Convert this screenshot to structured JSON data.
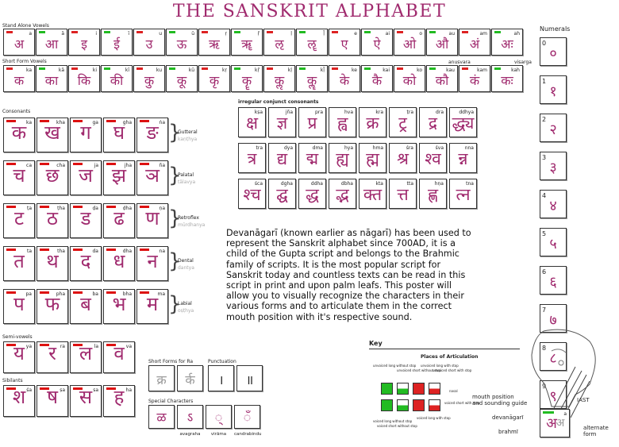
{
  "title": "THE SANSKRIT ALPHABET",
  "sections": {
    "stand_alone": "Stand Alone Vowels",
    "short_form": "Short Form Vowels",
    "numerals": "Numerals",
    "consonants": "Consonants",
    "irregular": "irregular conjunct consonants",
    "semi_vowels": "Semi-vowels",
    "sibilants": "Sibilants",
    "short_forms_ra": "Short Forms for Ra",
    "punctuation": "Punctuation",
    "special": "Special Characters",
    "key": "Key",
    "places": "Places of Articulation"
  },
  "vowels": [
    {
      "lat": "a",
      "ch": "अ"
    },
    {
      "lat": "ā",
      "ch": "आ"
    },
    {
      "lat": "i",
      "ch": "इ"
    },
    {
      "lat": "ī",
      "ch": "ई"
    },
    {
      "lat": "u",
      "ch": "उ"
    },
    {
      "lat": "ū",
      "ch": "ऊ"
    },
    {
      "lat": "ṛ",
      "ch": "ऋ"
    },
    {
      "lat": "ṝ",
      "ch": "ॠ"
    },
    {
      "lat": "ḷ",
      "ch": "ऌ"
    },
    {
      "lat": "ḹ",
      "ch": "ॡ"
    },
    {
      "lat": "e",
      "ch": "ए"
    },
    {
      "lat": "ai",
      "ch": "ऐ"
    },
    {
      "lat": "o",
      "ch": "ओ"
    },
    {
      "lat": "au",
      "ch": "औ"
    },
    {
      "lat": "am",
      "ch": "अं"
    },
    {
      "lat": "ah",
      "ch": "अः"
    }
  ],
  "short_vowels": [
    {
      "lat": "ka",
      "ch": "क"
    },
    {
      "lat": "kā",
      "ch": "का"
    },
    {
      "lat": "ki",
      "ch": "कि"
    },
    {
      "lat": "kī",
      "ch": "की"
    },
    {
      "lat": "ku",
      "ch": "कु"
    },
    {
      "lat": "kū",
      "ch": "कू"
    },
    {
      "lat": "kṛ",
      "ch": "कृ"
    },
    {
      "lat": "kṝ",
      "ch": "कॄ"
    },
    {
      "lat": "kḷ",
      "ch": "कॢ"
    },
    {
      "lat": "kḹ",
      "ch": "कॣ"
    },
    {
      "lat": "ke",
      "ch": "के"
    },
    {
      "lat": "kai",
      "ch": "कै"
    },
    {
      "lat": "ko",
      "ch": "को"
    },
    {
      "lat": "kau",
      "ch": "कौ"
    },
    {
      "lat": "kam",
      "ch": "कं"
    },
    {
      "lat": "kah",
      "ch": "कः"
    }
  ],
  "anusvara": "anusvara",
  "visarga": "visarga",
  "numerals_list": [
    {
      "n": "0",
      "ch": "०"
    },
    {
      "n": "1",
      "ch": "१"
    },
    {
      "n": "2",
      "ch": "२"
    },
    {
      "n": "3",
      "ch": "३"
    },
    {
      "n": "4",
      "ch": "४"
    },
    {
      "n": "5",
      "ch": "५"
    },
    {
      "n": "6",
      "ch": "६"
    },
    {
      "n": "7",
      "ch": "७"
    },
    {
      "n": "8",
      "ch": "८"
    },
    {
      "n": "9",
      "ch": "९"
    }
  ],
  "consonant_rows": [
    {
      "group": "Gutteral",
      "sub": "kaṇṭhya",
      "cells": [
        {
          "lat": "ka",
          "ch": "क"
        },
        {
          "lat": "kha",
          "ch": "ख"
        },
        {
          "lat": "ga",
          "ch": "ग"
        },
        {
          "lat": "gha",
          "ch": "घ"
        },
        {
          "lat": "ṅa",
          "ch": "ङ"
        }
      ]
    },
    {
      "group": "Palatal",
      "sub": "tālavya",
      "cells": [
        {
          "lat": "ca",
          "ch": "च"
        },
        {
          "lat": "cha",
          "ch": "छ"
        },
        {
          "lat": "ja",
          "ch": "ज"
        },
        {
          "lat": "jha",
          "ch": "झ"
        },
        {
          "lat": "ña",
          "ch": "ञ"
        }
      ]
    },
    {
      "group": "Retroflex",
      "sub": "mūrdhanya",
      "cells": [
        {
          "lat": "ṭa",
          "ch": "ट"
        },
        {
          "lat": "ṭha",
          "ch": "ठ"
        },
        {
          "lat": "ḍa",
          "ch": "ड"
        },
        {
          "lat": "ḍha",
          "ch": "ढ"
        },
        {
          "lat": "ṇa",
          "ch": "ण"
        }
      ]
    },
    {
      "group": "Dental",
      "sub": "dantya",
      "cells": [
        {
          "lat": "ta",
          "ch": "त"
        },
        {
          "lat": "tha",
          "ch": "थ"
        },
        {
          "lat": "da",
          "ch": "द"
        },
        {
          "lat": "dha",
          "ch": "ध"
        },
        {
          "lat": "na",
          "ch": "न"
        }
      ]
    },
    {
      "group": "Labial",
      "sub": "oṣṭhya",
      "cells": [
        {
          "lat": "pa",
          "ch": "प"
        },
        {
          "lat": "pha",
          "ch": "फ"
        },
        {
          "lat": "ba",
          "ch": "ब"
        },
        {
          "lat": "bha",
          "ch": "भ"
        },
        {
          "lat": "ma",
          "ch": "म"
        }
      ]
    }
  ],
  "semi_vowels_list": [
    {
      "lat": "ya",
      "ch": "य"
    },
    {
      "lat": "ra",
      "ch": "र"
    },
    {
      "lat": "la",
      "ch": "ल"
    },
    {
      "lat": "va",
      "ch": "व"
    }
  ],
  "sibilants_list": [
    {
      "lat": "śa",
      "ch": "श"
    },
    {
      "lat": "ṣa",
      "ch": "ष"
    },
    {
      "lat": "sa",
      "ch": "स"
    },
    {
      "lat": "ha",
      "ch": "ह"
    }
  ],
  "conjuncts": [
    {
      "lat": "kṣa",
      "ch": "क्ष"
    },
    {
      "lat": "jña",
      "ch": "ज्ञ"
    },
    {
      "lat": "pra",
      "ch": "प्र"
    },
    {
      "lat": "hva",
      "ch": "ह्व"
    },
    {
      "lat": "kra",
      "ch": "क्र"
    },
    {
      "lat": "ṭra",
      "ch": "ट्र"
    },
    {
      "lat": "dra",
      "ch": "द्र"
    },
    {
      "lat": "ddhya",
      "ch": "द्ध्य"
    },
    {
      "lat": "tra",
      "ch": "त्र"
    },
    {
      "lat": "dya",
      "ch": "द्य"
    },
    {
      "lat": "dma",
      "ch": "द्म"
    },
    {
      "lat": "hya",
      "ch": "ह्य"
    },
    {
      "lat": "hma",
      "ch": "ह्म"
    },
    {
      "lat": "śra",
      "ch": "श्र"
    },
    {
      "lat": "śva",
      "ch": "श्व"
    },
    {
      "lat": "nna",
      "ch": "न्न"
    },
    {
      "lat": "śca",
      "ch": "श्च"
    },
    {
      "lat": "dgha",
      "ch": "द्घ"
    },
    {
      "lat": "ddha",
      "ch": "द्ध"
    },
    {
      "lat": "dbha",
      "ch": "द्भ"
    },
    {
      "lat": "kta",
      "ch": "क्त"
    },
    {
      "lat": "tta",
      "ch": "त्त"
    },
    {
      "lat": "hṇa",
      "ch": "ह्ण"
    },
    {
      "lat": "tna",
      "ch": "त्न"
    }
  ],
  "description": "Devanāgarī (known earlier as nāgarī) has been used to represent the Sanskrit alphabet since 700AD, it is a child of the Gupta script and belongs to the Brahmic family of scripts. It is the most popular script for Sanskrit today and countless texts can be read in this script in print and upon palm leafs. This poster will allow you to visually recognize the characters in their various forms and to articulate them in the correct mouth position with it's respective sound.",
  "ra_forms": [
    "क्र",
    "र्क"
  ],
  "punct": [
    "।",
    "॥"
  ],
  "specials": [
    {
      "label": "",
      "ch": "ळ"
    },
    {
      "label": "avagraha",
      "ch": "ऽ"
    },
    {
      "label": "virāma",
      "ch": "्"
    },
    {
      "label": "candrabindu",
      "ch": "ँ"
    }
  ],
  "key": {
    "unvoiced_long_no_stop": "unvoiced long without stop",
    "unvoiced_short_no_stop": "unvoiced short without stop",
    "unvoiced_long_stop": "unvoiced long with stop",
    "unvoiced_short_stop": "unvoiced short with stop",
    "nasal": "nasal",
    "voiced_short_stop": "voiced short with stop",
    "voiced_long_no_stop": "voiced long without stop",
    "voiced_short_no_stop": "voiced short without stop",
    "voiced_long_stop": "voiced long with stop",
    "mouth_guide": "mouth position\nand sounding guide",
    "devanagari": "devanāgarī",
    "brahmi": "brahmī",
    "iast": "IAST",
    "alternate": "alternate\nform",
    "demo_lat": "a",
    "demo_ch": "अ",
    "demo_alt": "अ"
  },
  "colors": {
    "accent": "#a02a6e",
    "red": "#dd2222",
    "green": "#22bb22"
  }
}
